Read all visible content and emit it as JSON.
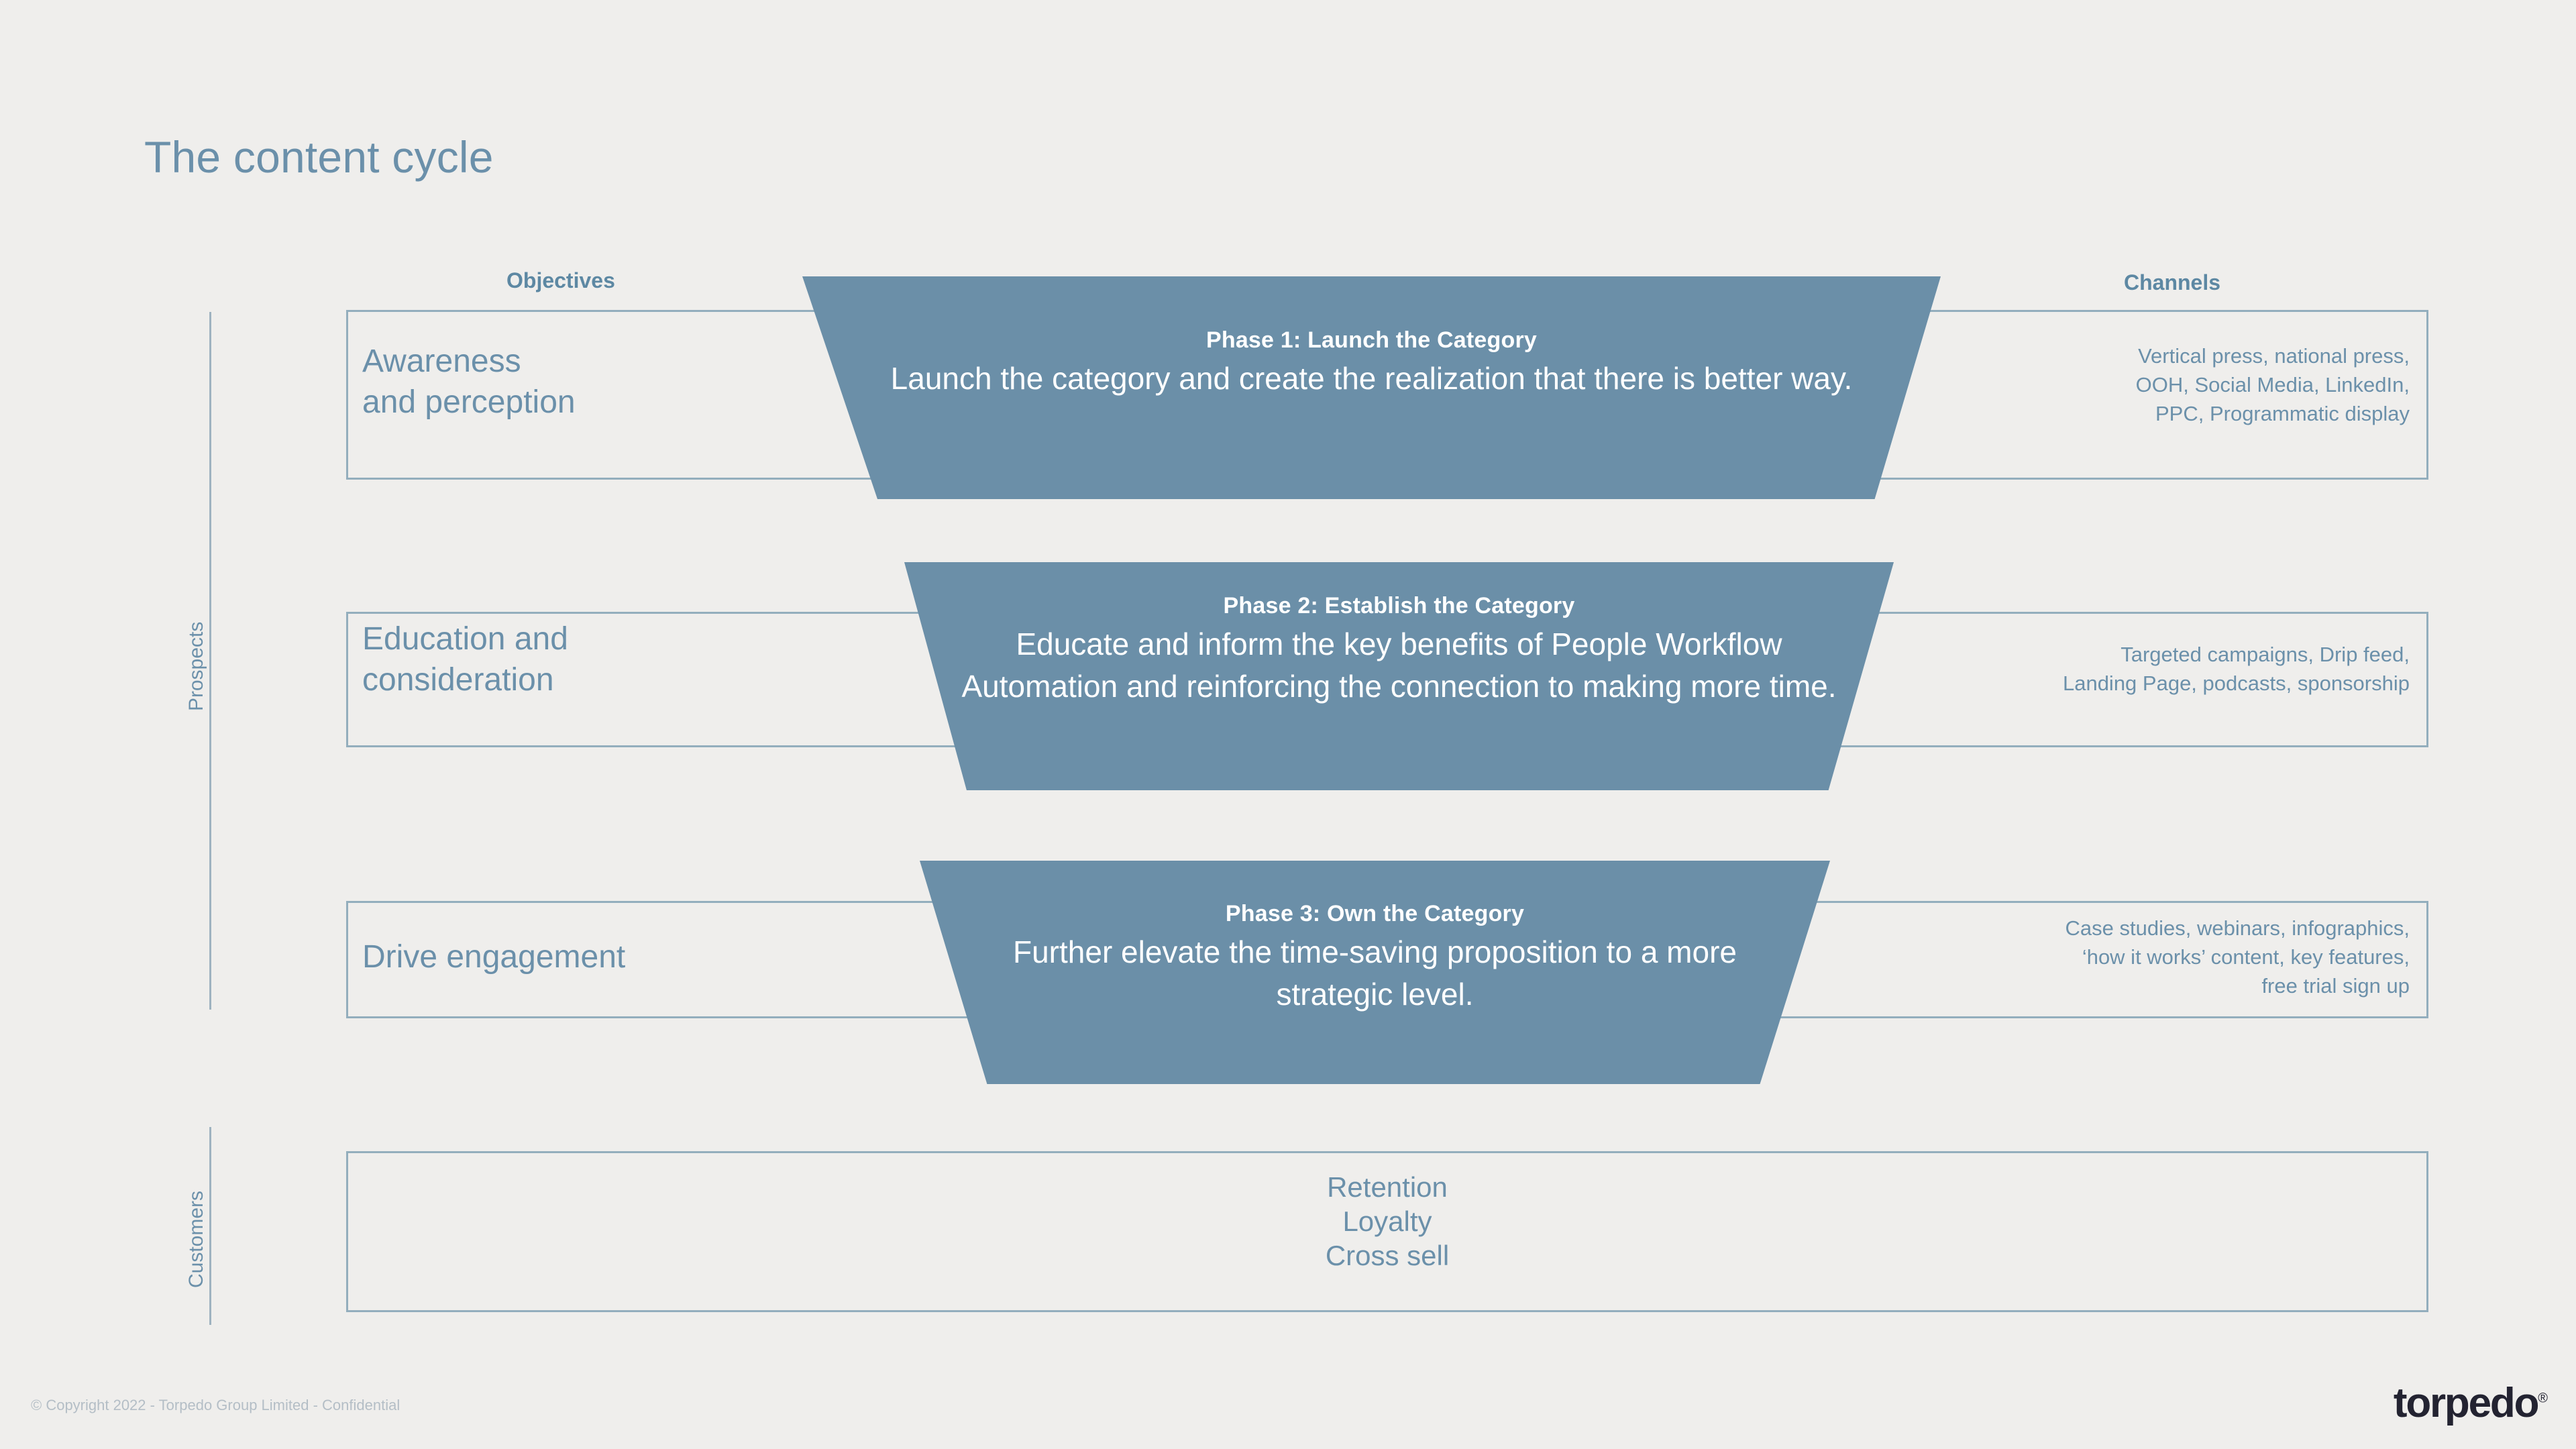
{
  "slide": {
    "title": "The content cycle",
    "background_color": "#efeeec",
    "accent_color": "#6b90aa",
    "funnel_color": "#6b8fa8",
    "border_color": "#93aebd"
  },
  "headers": {
    "objectives": "Objectives",
    "channels": "Channels"
  },
  "groups": {
    "prospects": "Prospects",
    "customers": "Customers"
  },
  "rows": [
    {
      "objective_line1": "Awareness",
      "objective_line2": "and perception",
      "phase_title": "Phase 1: Launch the Category",
      "phase_body": "Launch the category and create the realization that there is better way.",
      "channels_line1": "Vertical press, national press,",
      "channels_line2": "OOH,  Social Media, LinkedIn,",
      "channels_line3": "PPC, Programmatic display"
    },
    {
      "objective_line1": "Education and",
      "objective_line2": "consideration",
      "phase_title": "Phase 2: Establish the Category",
      "phase_body": "Educate and inform the key benefits of People Workflow Automation and reinforcing the connection to making more time.",
      "channels_line1": "Targeted campaigns, Drip feed,",
      "channels_line2": "Landing Page, podcasts, sponsorship",
      "channels_line3": ""
    },
    {
      "objective_line1": "Drive engagement",
      "objective_line2": "",
      "phase_title": "Phase 3: Own the Category",
      "phase_body": "Further elevate the time-saving proposition to a more strategic level.",
      "channels_line1": "Case studies, webinars, infographics,",
      "channels_line2": "‘how it works’ content, key features,",
      "channels_line3": "free trial sign up"
    }
  ],
  "customer_block": {
    "line1": "Retention",
    "line2": "Loyalty",
    "line3": "Cross sell"
  },
  "footer": {
    "copyright": "© Copyright 2022 - Torpedo Group Limited - Confidential",
    "logo_text": "torpedo",
    "logo_mark": "®"
  }
}
